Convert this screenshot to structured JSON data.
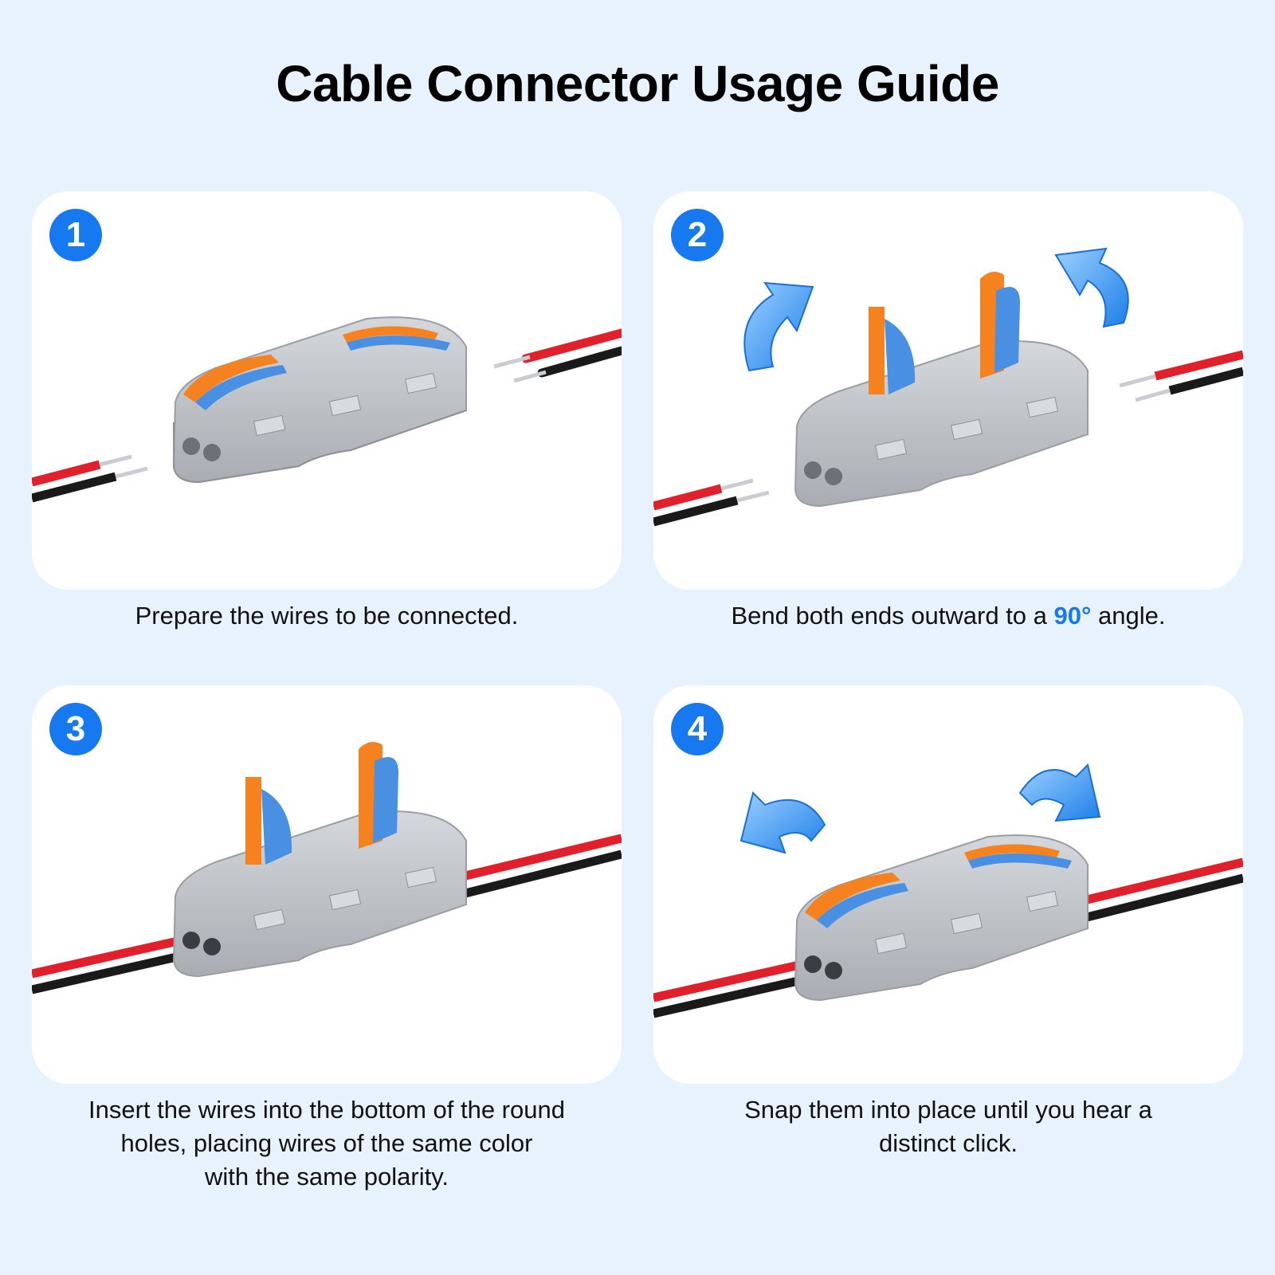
{
  "title": "Cable Connector Usage Guide",
  "colors": {
    "background": "#e8f2fd",
    "accent": "#1679f0",
    "lever_orange": "#f5821f",
    "lever_blue": "#4a90e2",
    "connector_grey": "#bfc3c8",
    "wire_red": "#e0202a",
    "wire_black": "#1a1a1a"
  },
  "steps": [
    {
      "number": "1",
      "caption": "Prepare the wires to be connected.",
      "illustration": "connector-closed-wires-apart"
    },
    {
      "number": "2",
      "caption_before": "Bend both ends outward to a ",
      "caption_highlight": "90°",
      "caption_after": " angle.",
      "illustration": "connector-levers-open-arrows"
    },
    {
      "number": "3",
      "caption_lines": [
        "Insert the wires into the bottom of the round",
        "holes, placing wires of the same color",
        "with the same polarity."
      ],
      "illustration": "connector-levers-open-wires-inserted"
    },
    {
      "number": "4",
      "caption_lines": [
        "Snap them into place until you hear a",
        "distinct click."
      ],
      "illustration": "connector-closed-wires-inserted-arrows"
    }
  ]
}
